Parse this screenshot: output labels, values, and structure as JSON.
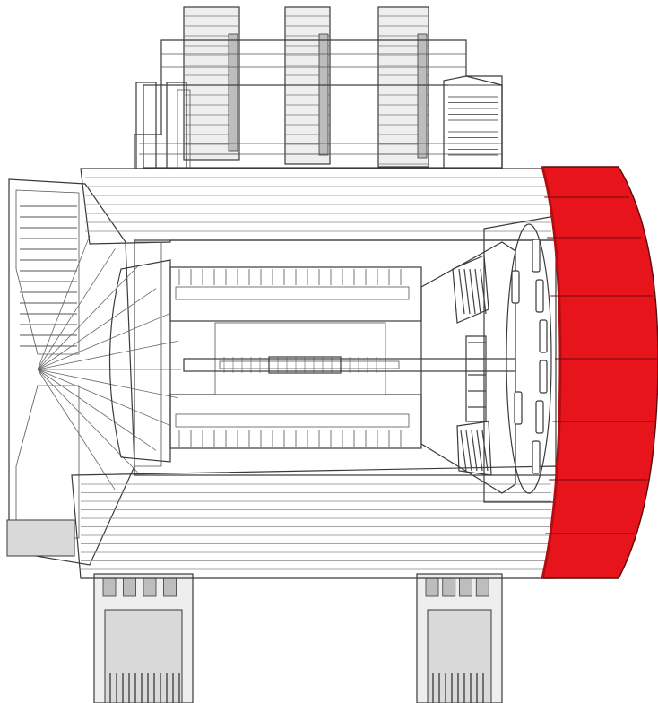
{
  "figure": {
    "colors": {
      "background": "#ffffff",
      "outline": "#3a3a3a",
      "structure_fill": "#d9d9d9",
      "structure_fill_light": "#eeeeee",
      "structure_fill_dark": "#bdbdbd",
      "endcap_accent": "#e8141b",
      "endcap_accent_dark": "#b30d12"
    },
    "components": [
      "rooftop-racks",
      "rooftop-platform",
      "platform-stairs",
      "outer-barrel-shell",
      "left-endcap-wheel",
      "inner-barrel-cylinder",
      "central-beam-pipe",
      "cone-endcap-structure",
      "red-endcap-disk",
      "support-feet"
    ]
  }
}
